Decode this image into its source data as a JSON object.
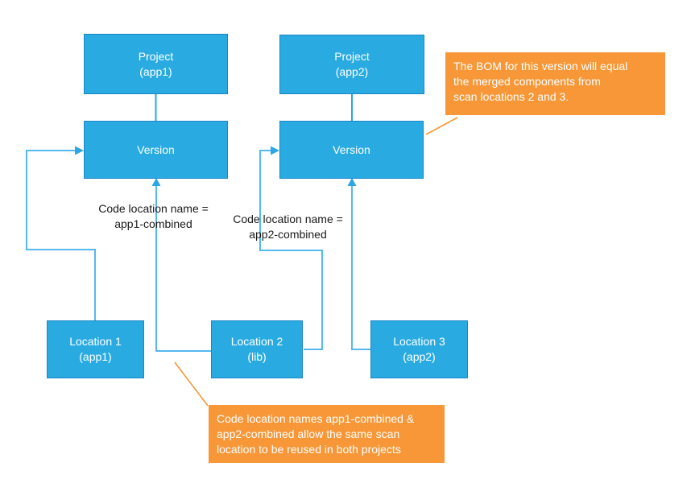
{
  "diagram": {
    "boxes": {
      "project_app1": {
        "label": "Project\n(app1)"
      },
      "project_app2": {
        "label": "Project\n(app2)"
      },
      "version_app1": {
        "label": "Version"
      },
      "version_app2": {
        "label": "Version"
      },
      "location_1": {
        "label": "Location 1\n(app1)"
      },
      "location_2": {
        "label": "Location 2\n(lib)"
      },
      "location_3": {
        "label": "Location 3\n(app2)"
      }
    },
    "edge_labels": {
      "app1_combined": {
        "text": "Code location name =\napp1-combined"
      },
      "app2_combined": {
        "text": "Code location name =\napp2-combined"
      }
    },
    "callouts": {
      "bom": {
        "text": "The BOM for this version will equal\nthe merged components from\nscan locations 2 and 3."
      },
      "reuse": {
        "text": "Code location names app1-combined &\napp2-combined allow the same scan\nlocation to be reused in both projects"
      }
    },
    "colors": {
      "box_fill": "#29ABE2",
      "box_border": "#1B86C8",
      "connector": "#55B8EF",
      "arrow": "#2CA6E5",
      "callout_fill": "#F79738",
      "text_on_fill": "#FFFFFF",
      "label_text": "#1A1A1A",
      "canvas_bg": "#FFFFFF"
    }
  }
}
